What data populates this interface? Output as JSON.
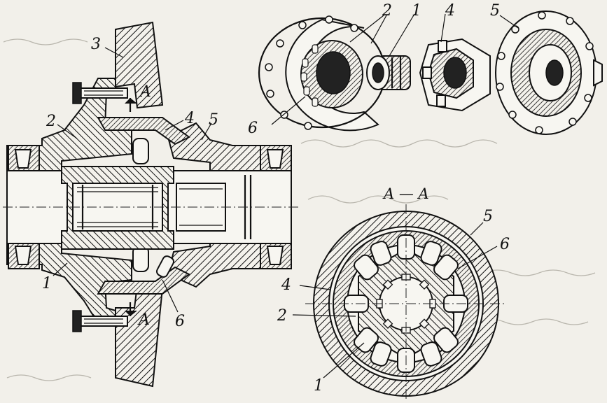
{
  "callouts": {
    "sectional": {
      "c1": "1",
      "c2": "2",
      "c3": "3",
      "c4": "4",
      "c5": "5",
      "c6": "6",
      "sa_top": "A",
      "sa_bottom": "A"
    },
    "exploded": {
      "c2": "2",
      "c1": "1",
      "c4": "4",
      "c5": "5",
      "c6": "6"
    },
    "crosssection": {
      "title": "A — A",
      "c5": "5",
      "c6": "6",
      "c4": "4",
      "c2": "2",
      "c1": "1"
    }
  }
}
